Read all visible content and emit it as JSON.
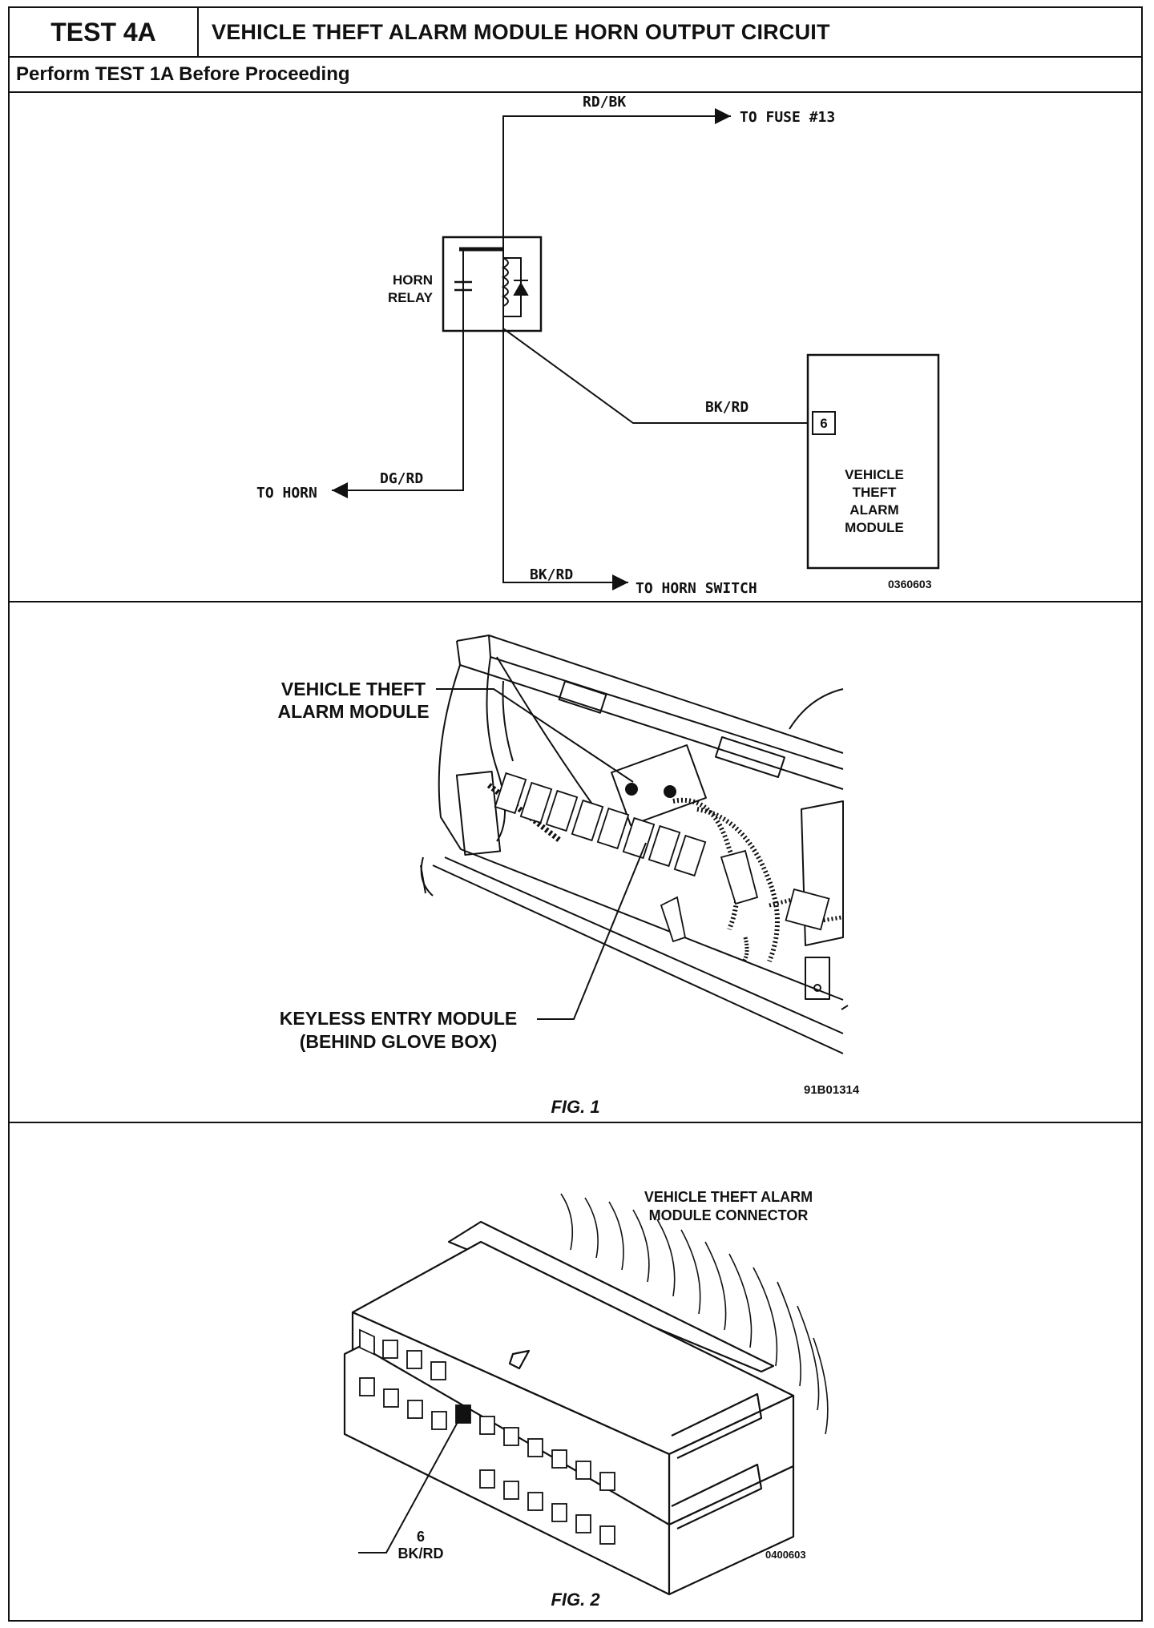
{
  "header": {
    "test_id": "TEST 4A",
    "title": "VEHICLE THEFT ALARM MODULE HORN OUTPUT CIRCUIT",
    "prerequisite": "Perform TEST 1A Before Proceeding"
  },
  "schematic": {
    "wire_top": "RD/BK",
    "to_fuse": "TO FUSE #13",
    "relay_label_1": "HORN",
    "relay_label_2": "RELAY",
    "wire_module": "BK/RD",
    "pin": "6",
    "module_line_1": "VEHICLE",
    "module_line_2": "THEFT",
    "module_line_3": "ALARM",
    "module_line_4": "MODULE",
    "wire_horn": "DG/RD",
    "to_horn": "TO HORN",
    "wire_switch": "BK/RD",
    "to_horn_switch": "TO HORN SWITCH",
    "code": "0360603"
  },
  "fig1": {
    "label_vtam_1": "VEHICLE THEFT",
    "label_vtam_2": "ALARM MODULE",
    "label_keyless_1": "KEYLESS ENTRY MODULE",
    "label_keyless_2": "(BEHIND GLOVE BOX)",
    "code": "91B01314",
    "caption": "FIG. 1"
  },
  "fig2": {
    "label_connector_1": "VEHICLE THEFT ALARM",
    "label_connector_2": "MODULE CONNECTOR",
    "pin_number": "6",
    "pin_wire": "BK/RD",
    "code": "0400603",
    "caption": "FIG. 2"
  }
}
